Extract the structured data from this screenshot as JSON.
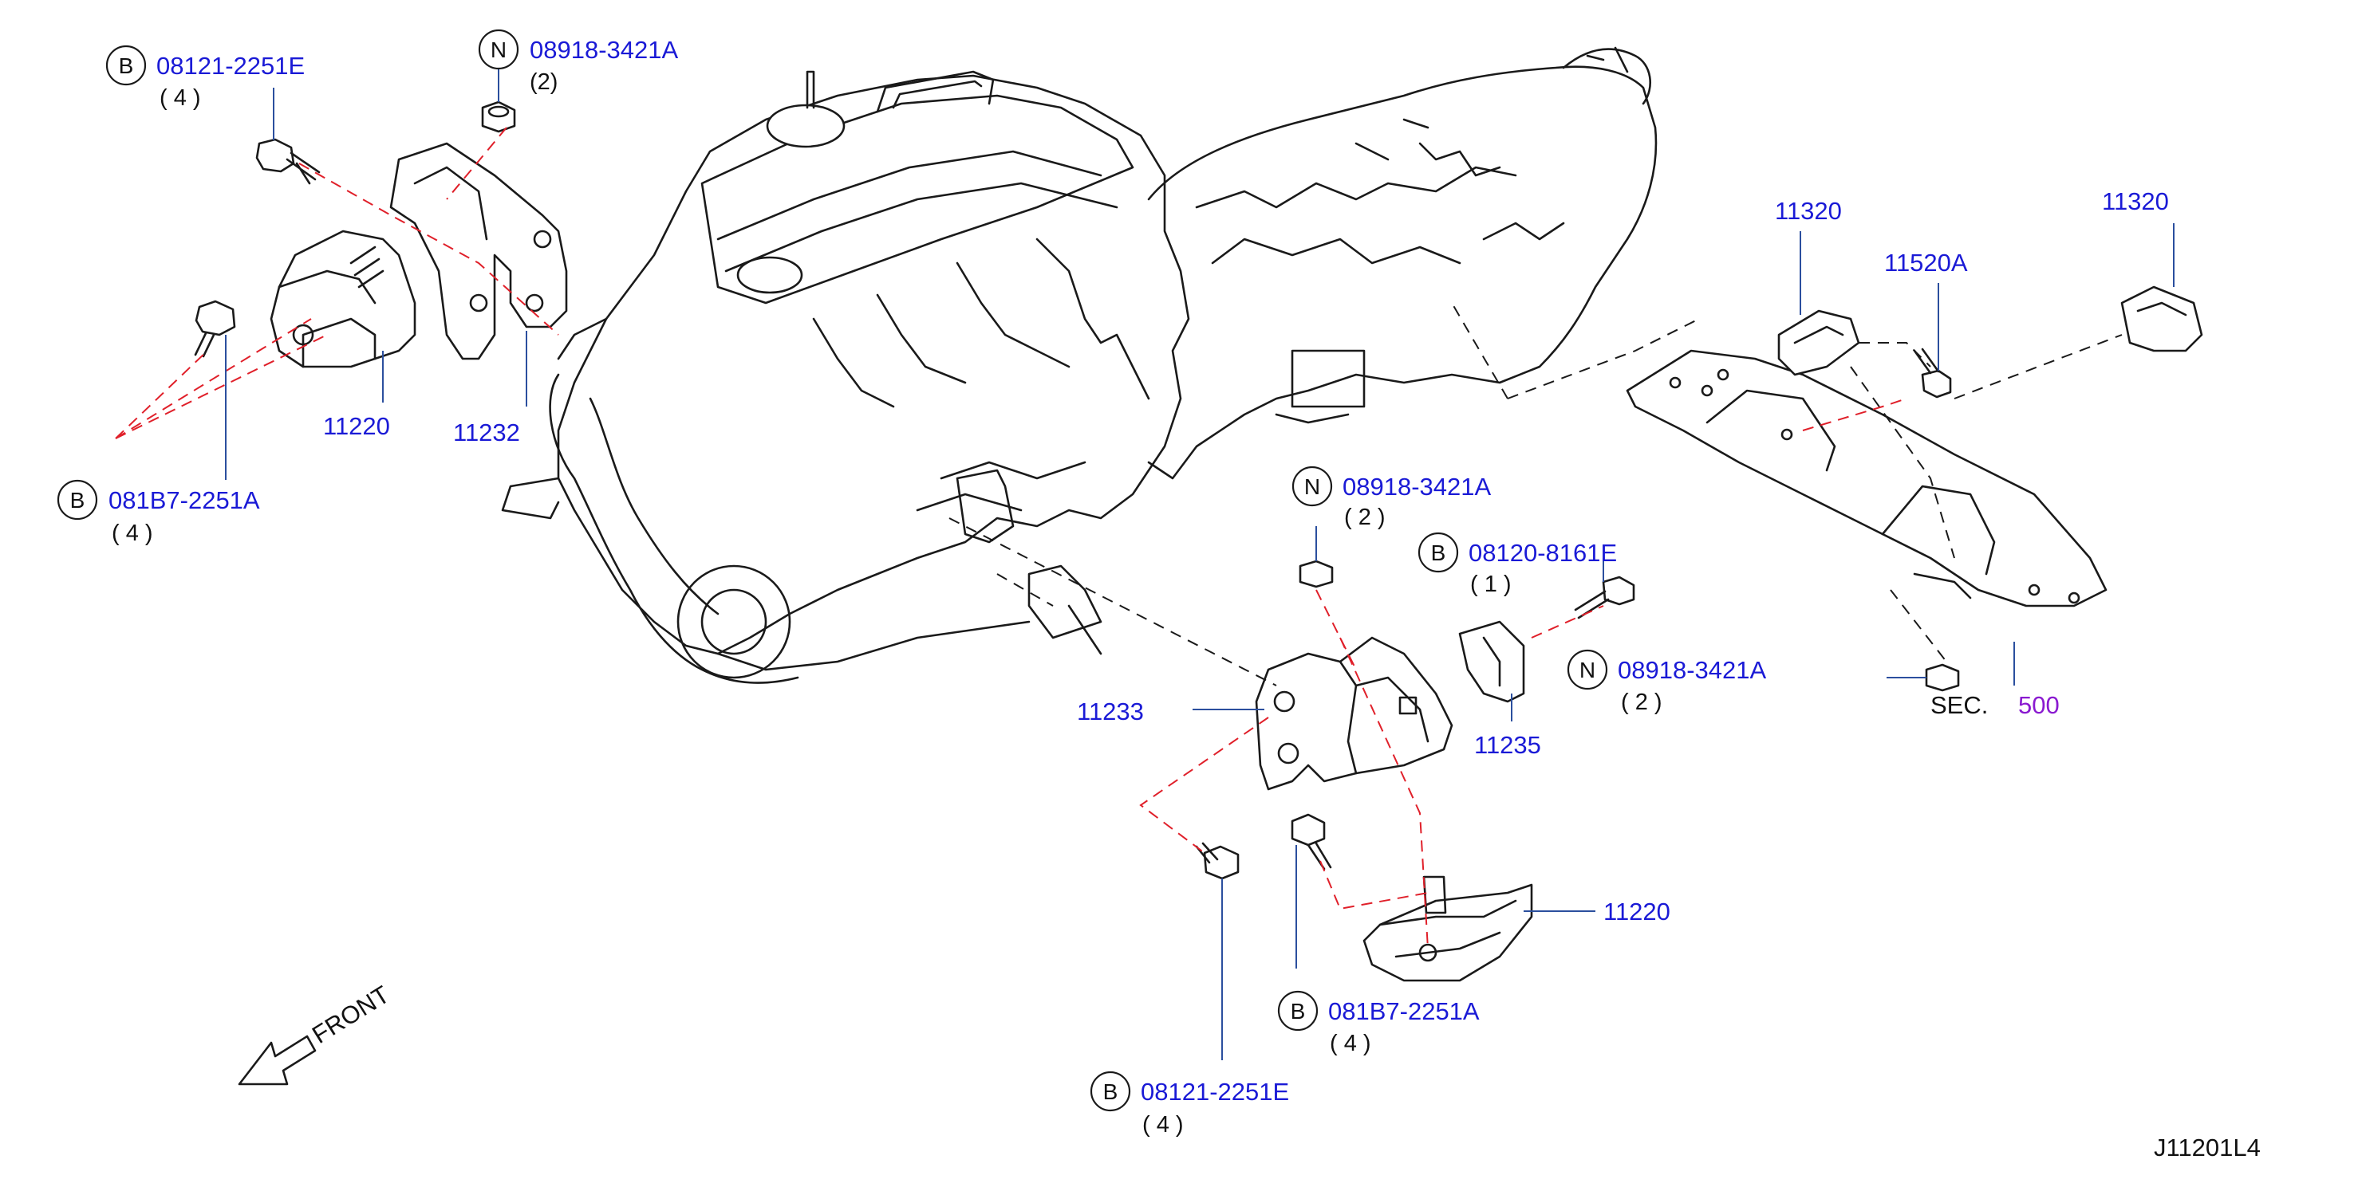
{
  "callouts": {
    "b_left_top": {
      "badge": "B",
      "part": "08121-2251E",
      "qty": "( 4 )"
    },
    "n_left_top": {
      "badge": "N",
      "part": "08918-3421A",
      "qty": "(2)"
    },
    "b_left_mid": {
      "badge": "B",
      "part": "081B7-2251A",
      "qty": "( 4 )"
    },
    "n_center": {
      "badge": "N",
      "part": "08918-3421A",
      "qty": "( 2 )"
    },
    "b_center": {
      "badge": "B",
      "part": "08120-8161E",
      "qty": "( 1 )"
    },
    "n_right": {
      "badge": "N",
      "part": "08918-3421A",
      "qty": "( 2 )"
    },
    "b_bottom_mid": {
      "badge": "B",
      "part": "081B7-2251A",
      "qty": "( 4 )"
    },
    "b_bottom": {
      "badge": "B",
      "part": "08121-2251E",
      "qty": "( 4 )"
    }
  },
  "parts": {
    "left_insulator": "11220",
    "left_bracket": "11232",
    "right_bracket": "11233",
    "small_bracket": "11235",
    "right_insulator": "11220",
    "rear_mount_a": "11320",
    "rear_mount_b": "11320",
    "rear_bolt": "11520A"
  },
  "section_ref": {
    "prefix": "SEC.",
    "number": "500"
  },
  "front_label": "FRONT",
  "diagram_id": "J11201L4",
  "colors": {
    "part_number": "#1a1ad6",
    "leader_line": "#2b4f9e",
    "red_dash": "#e0202a",
    "section_number": "#8a1ad0",
    "line_art": "#1a1a1a"
  }
}
